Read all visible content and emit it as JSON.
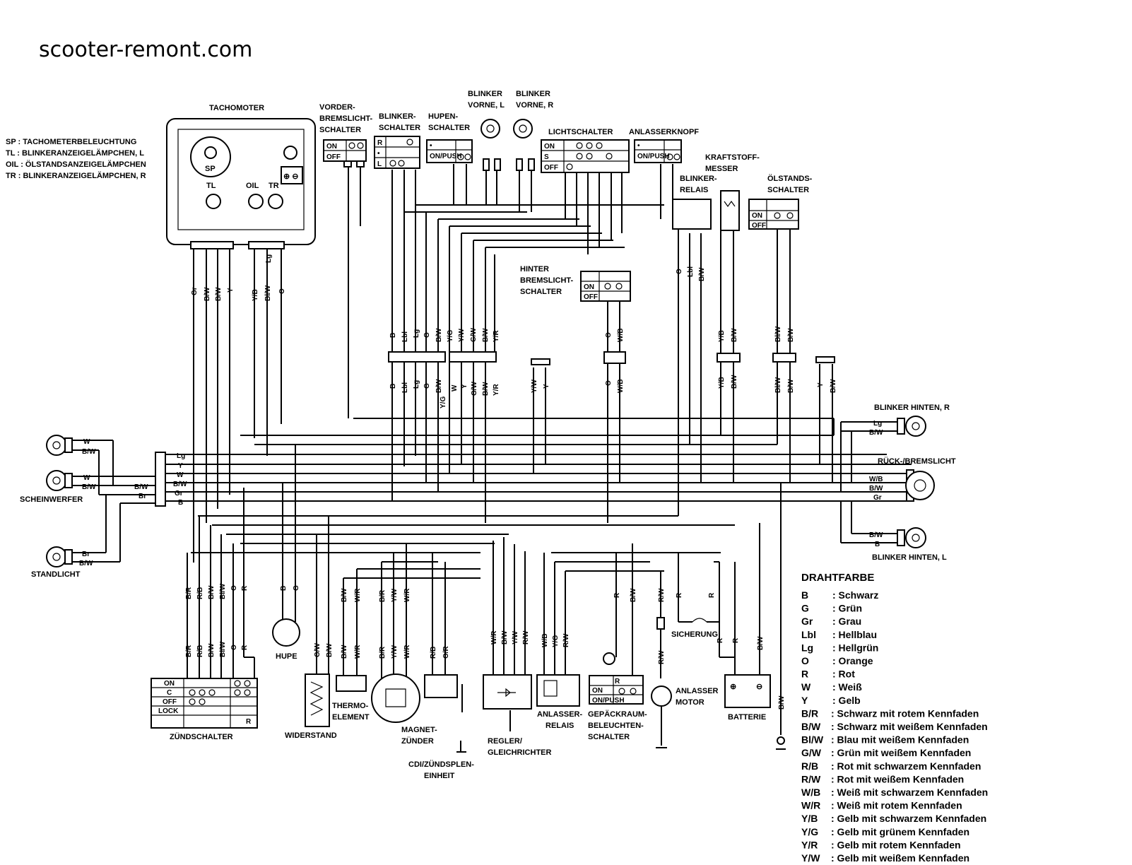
{
  "site": "scooter-remont.com",
  "legend_abbr": [
    "SP : TACHOMETERBELEUCHTUNG",
    "TL : BLINKERANZEIGELÄMPCHEN, L",
    "OIL : ÖLSTANDSANZEIGELÄMPCHEN",
    "TR : BLINKERANZEIGELÄMPCHEN, R"
  ],
  "components": {
    "tachometer": "TACHOMOTER",
    "sp": "SP",
    "tl": "TL",
    "oil": "OIL",
    "tr": "TR",
    "front_brake_switch": [
      "VORDER-",
      "BREMSLICHT-",
      "SCHALTER"
    ],
    "turn_switch": [
      "BLINKER-",
      "SCHALTER"
    ],
    "horn_switch": [
      "HUPEN-",
      "SCHALTER"
    ],
    "front_turn_left": [
      "BLINKER",
      "VORNE, L"
    ],
    "front_turn_right": [
      "BLINKER",
      "VORNE, R"
    ],
    "light_switch": "LICHTSCHALTER",
    "starter_button": "ANLASSERKNOPF",
    "fuel_gauge": [
      "KRAFTSTOFF-",
      "MESSER"
    ],
    "turn_relay": [
      "BLINKER-",
      "RELAIS"
    ],
    "oil_level_switch": [
      "ÖLSTANDS-",
      "SCHALTER"
    ],
    "rear_brake_switch": [
      "HINTER",
      "BREMSLICHT-",
      "SCHALTER"
    ],
    "rear_turn_right": "BLINKER HINTEN, R",
    "tail_brake_light": "RÜCK-/BREMSLICHT",
    "rear_turn_left": "BLINKER HINTEN, L",
    "headlight": "SCHEINWERFER",
    "position_light": "STANDLICHT",
    "ignition_switch": "ZÜNDSCHALTER",
    "horn": "HUPE",
    "resistor": "WIDERSTAND",
    "thermo": [
      "THERMO-",
      "ELEMENT"
    ],
    "magneto": [
      "MAGNET-",
      "ZÜNDER"
    ],
    "cdi": [
      "CDI/ZÜNDSPLEN-",
      "EINHEIT"
    ],
    "regulator": [
      "REGLER/",
      "GLEICHRICHTER"
    ],
    "starter_relay": [
      "ANLASSER-",
      "RELAIS"
    ],
    "luggage_switch": [
      "GEPÄCKRAUM-",
      "BELEUCHTEN-",
      "SCHALTER"
    ],
    "starter_motor": [
      "ANLASSER",
      "MOTOR"
    ],
    "fuse": "SICHERUNG",
    "battery": "BATTERIE"
  },
  "switch_states": {
    "on": "ON",
    "off": "OFF",
    "c": "C",
    "lock": "LOCK",
    "r": "R",
    "l": "L",
    "s": "S",
    "dot": "•",
    "push": "ON/PUSH",
    "r_col": "R"
  },
  "wire_labels": {
    "tach": [
      "Gr",
      "B/W",
      "B/W",
      "Y",
      "Y/B",
      "Bl/W",
      "Lg",
      "O"
    ],
    "conn_top": [
      "B",
      "Lbl",
      "Lg",
      "G",
      "B/W",
      "Y/G",
      "Y/W",
      "G/W",
      "B/W",
      "Y/R"
    ],
    "conn_bot": [
      "B",
      "Lbl",
      "Lg",
      "G",
      "B/W",
      "Y/G",
      "W",
      "Y",
      "G/W",
      "B/W",
      "Y/R"
    ],
    "yw_y": [
      "Y/W",
      "Y"
    ],
    "rear_brake": [
      "O",
      "W/B"
    ],
    "fuel": [
      "Y/B",
      "B/W"
    ],
    "oil": [
      "Bl/W",
      "B/W"
    ],
    "y_bw": [
      "Y",
      "B/W"
    ],
    "relay": [
      "O",
      "Lbl",
      "B/W"
    ],
    "head": [
      "W",
      "B/W",
      "W",
      "B/W",
      "B/W",
      "Br",
      "Br",
      "B/W"
    ],
    "bus": [
      "Lg",
      "Y",
      "W",
      "B/W",
      "Gr",
      "B"
    ],
    "rear_r": [
      "Lg",
      "B/W"
    ],
    "tail": [
      "W/B",
      "B/W",
      "Gr"
    ],
    "rear_l": [
      "B/W",
      "B"
    ],
    "ign": [
      "B/R",
      "R/B",
      "B/W",
      "Bl/W",
      "O",
      "R"
    ],
    "horn": [
      "B",
      "G"
    ],
    "resistor": [
      "G/W",
      "B/W"
    ],
    "thermo": [
      "B/W",
      "W/R"
    ],
    "mag": [
      "B/R",
      "Y/W",
      "W/R"
    ],
    "cdi": [
      "R/B",
      "O/R"
    ],
    "reg": [
      "W/R",
      "B/W",
      "Y/W",
      "R/W"
    ],
    "relay_st": [
      "W/B",
      "Y/G",
      "R/W"
    ],
    "luggage": [
      "R",
      "B/W"
    ],
    "starter": [
      "R/W"
    ],
    "fuse": [
      "R",
      "R"
    ],
    "battery": [
      "R",
      "R",
      "B/W"
    ],
    "ground": [
      "B/W"
    ]
  },
  "legend": {
    "title": "DRAHTFARBE",
    "rows": [
      [
        "B",
        ": Schwarz"
      ],
      [
        "G",
        ": Grün"
      ],
      [
        "Gr",
        ": Grau"
      ],
      [
        "Lbl",
        ": Hellblau"
      ],
      [
        "Lg",
        ": Hellgrün"
      ],
      [
        "O",
        ": Orange"
      ],
      [
        "R",
        ": Rot"
      ],
      [
        "W",
        ": Weiß"
      ],
      [
        "Y",
        ": Gelb"
      ],
      [
        "B/R",
        ": Schwarz mit rotem Kennfaden"
      ],
      [
        "B/W",
        ": Schwarz mit weißem Kennfaden"
      ],
      [
        "Bl/W",
        ": Blau mit weißem Kennfaden"
      ],
      [
        "G/W",
        ": Grün mit weißem Kennfaden"
      ],
      [
        "R/B",
        ": Rot mit schwarzem Kennfaden"
      ],
      [
        "R/W",
        ": Rot mit weißem Kennfaden"
      ],
      [
        "W/B",
        ": Weiß mit schwarzem Kennfaden"
      ],
      [
        "W/R",
        ": Weiß mit rotem Kennfaden"
      ],
      [
        "Y/B",
        ": Gelb mit schwarzem Kennfaden"
      ],
      [
        "Y/G",
        ": Gelb mit grünem Kennfaden"
      ],
      [
        "Y/R",
        ": Gelb mit rotem Kennfaden"
      ],
      [
        "Y/W",
        ": Gelb mit weißem Kennfaden"
      ]
    ]
  }
}
